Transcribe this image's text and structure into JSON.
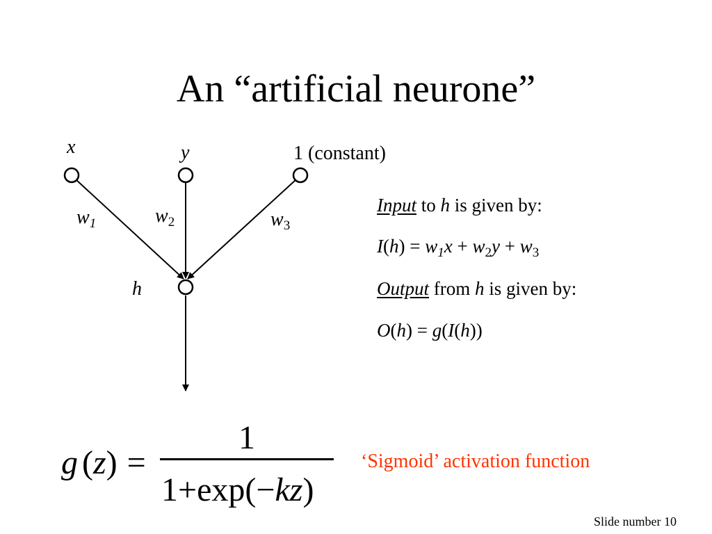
{
  "title": "An “artificial neurone”",
  "nodes": {
    "x": "x",
    "y": "y",
    "constant": "1 (constant)",
    "h": "h"
  },
  "weights": {
    "w1_base": "w",
    "w1_sub": "1",
    "w2_base": "w",
    "w2_sub": "2",
    "w3_base": "w",
    "w3_sub": "3"
  },
  "input_text": {
    "word": "Input",
    "rest_a": " to ",
    "var": "h",
    "rest_b": " is given by:"
  },
  "input_eq": {
    "I": "I",
    "open": "(",
    "h": "h",
    "close_eq": ") = ",
    "w1": "w",
    "s1": "1",
    "x": "x",
    "plus1": " + ",
    "w2": "w",
    "s2": "2",
    "y": "y",
    "plus2": " + ",
    "w3": "w",
    "s3": "3"
  },
  "output_text": {
    "word": "Output",
    "rest_a": " from ",
    "var": "h",
    "rest_b": " is given by:"
  },
  "output_eq": {
    "O": "O",
    "open": "(",
    "h": "h",
    "close_eq": ") = ",
    "g": "g",
    "open2": "(",
    "I": "I",
    "open3": "(",
    "h2": "h",
    "close": "))"
  },
  "formula": {
    "g": "g",
    "lhs_open": "(",
    "z": "z",
    "lhs_close": ")",
    "equals": "=",
    "numerator": "1",
    "den_one": "1",
    "den_plus": "+",
    "den_exp": "exp(",
    "den_minus": "−",
    "den_kz": "kz",
    "den_close": ")"
  },
  "sigmoid_label": "‘Sigmoid’ activation function",
  "slide_number": "Slide number 10",
  "colors": {
    "text": "#000000",
    "accent": "#ff3300",
    "background": "#ffffff"
  }
}
